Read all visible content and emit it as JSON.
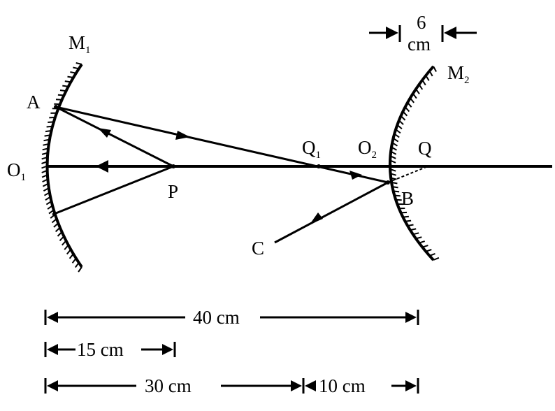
{
  "labels": {
    "M1": {
      "main": "M",
      "sub": "1"
    },
    "M2": {
      "main": "M",
      "sub": "2"
    },
    "A": "A",
    "O1": {
      "main": "O",
      "sub": "1"
    },
    "P": "P",
    "Q1": {
      "main": "Q",
      "sub": "1"
    },
    "O2": {
      "main": "O",
      "sub": "2"
    },
    "Q": "Q",
    "B": "B",
    "C": "C"
  },
  "dimensions": {
    "top_gap": {
      "value": "6",
      "unit": "cm"
    },
    "d40": "40 cm",
    "d15": "15 cm",
    "d30": "30 cm",
    "d10": "10 cm"
  }
}
